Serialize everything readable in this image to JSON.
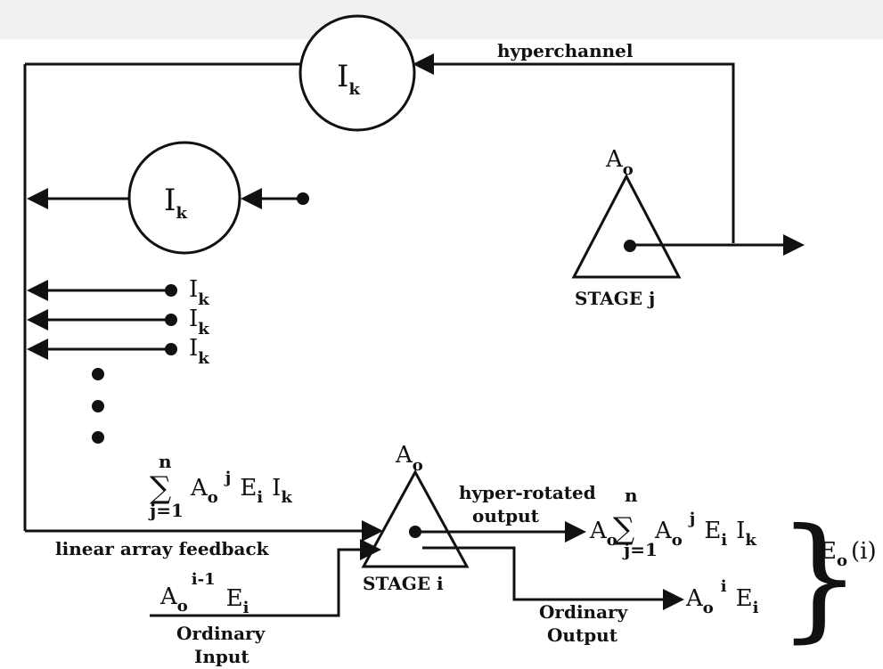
{
  "diagram": {
    "hyperchannel": "hyperchannel",
    "feedback_label": "linear array feedback",
    "stage_j": {
      "symbol_base": "A",
      "symbol_sub": "o",
      "label": "STAGE j"
    },
    "stage_i": {
      "symbol_base": "A",
      "symbol_sub": "o",
      "label": "STAGE i"
    },
    "ik_base": "I",
    "ik_sub": "k",
    "sum_sign": "∑",
    "sum_upper": "n",
    "sum_lower": "j=1",
    "feedback_sum": {
      "a": "A",
      "a_sub": "o",
      "a_sup": "j",
      "e": "E",
      "e_sub": "i",
      "i": "I",
      "i_sub": "k"
    },
    "ordinary_input": {
      "line1": "Ordinary",
      "line2": "Input",
      "a": "A",
      "a_sub": "o",
      "a_sup": "i-1",
      "e": "E",
      "e_sub": "i"
    },
    "hyper_rotated": {
      "line1": "hyper-rotated",
      "line2": "output",
      "a": "A",
      "a_sub": "o",
      "a2": "A",
      "a2_sub": "o",
      "a2_sup": "j",
      "e": "E",
      "e_sub": "i",
      "i": "I",
      "i_sub": "k"
    },
    "ordinary_output": {
      "line1": "Ordinary",
      "line2": "Output",
      "a": "A",
      "a_sub": "o",
      "a_sup": "i",
      "e": "E",
      "e_sub": "i"
    },
    "eo": {
      "e": "E",
      "e_sub": "o",
      "arg": "(i)"
    },
    "brace": "}"
  }
}
